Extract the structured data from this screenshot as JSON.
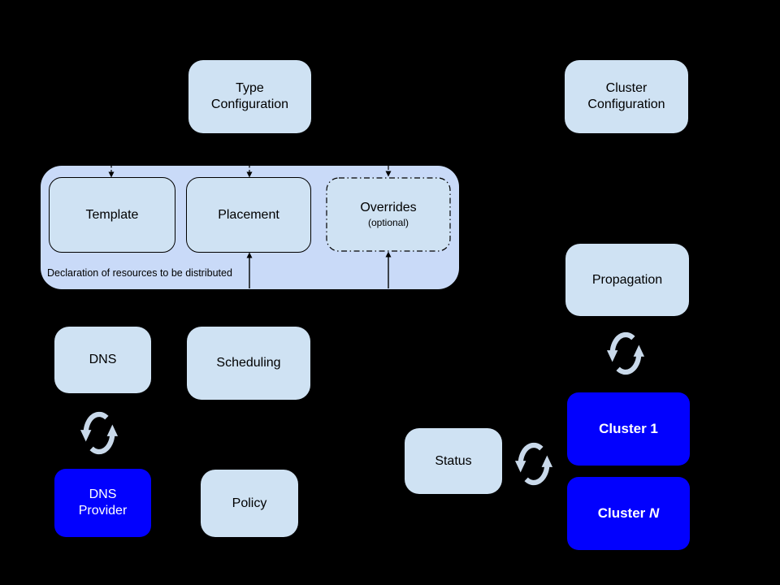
{
  "diagram": {
    "description": "federation architecture diagram",
    "container_caption": "Declaration of resources to be distributed"
  },
  "nodes": {
    "type_configuration": {
      "label": "Type\nConfiguration"
    },
    "cluster_configuration": {
      "label": "Cluster\nConfiguration"
    },
    "template": {
      "label": "Template"
    },
    "placement": {
      "label": "Placement"
    },
    "overrides": {
      "label": "Overrides",
      "sublabel": "(optional)"
    },
    "dns": {
      "label": "DNS"
    },
    "scheduling": {
      "label": "Scheduling"
    },
    "propagation": {
      "label": "Propagation"
    },
    "status": {
      "label": "Status"
    },
    "dns_provider": {
      "label": "DNS\nProvider"
    },
    "policy": {
      "label": "Policy"
    },
    "cluster_1": {
      "label": "Cluster 1"
    },
    "cluster_n": {
      "prefix": "Cluster ",
      "suffix": "N"
    }
  },
  "icons": {
    "sync": "circular-refresh-arrows"
  },
  "colors": {
    "background": "#000000",
    "box_fill": "#cfe2f3",
    "container_fill": "#c9daf8",
    "cluster_blue": "#0201fe",
    "text_dark": "#000000",
    "text_light": "#ffffff",
    "sync_arrow": "#c9d9ea",
    "connector": "#000000"
  }
}
